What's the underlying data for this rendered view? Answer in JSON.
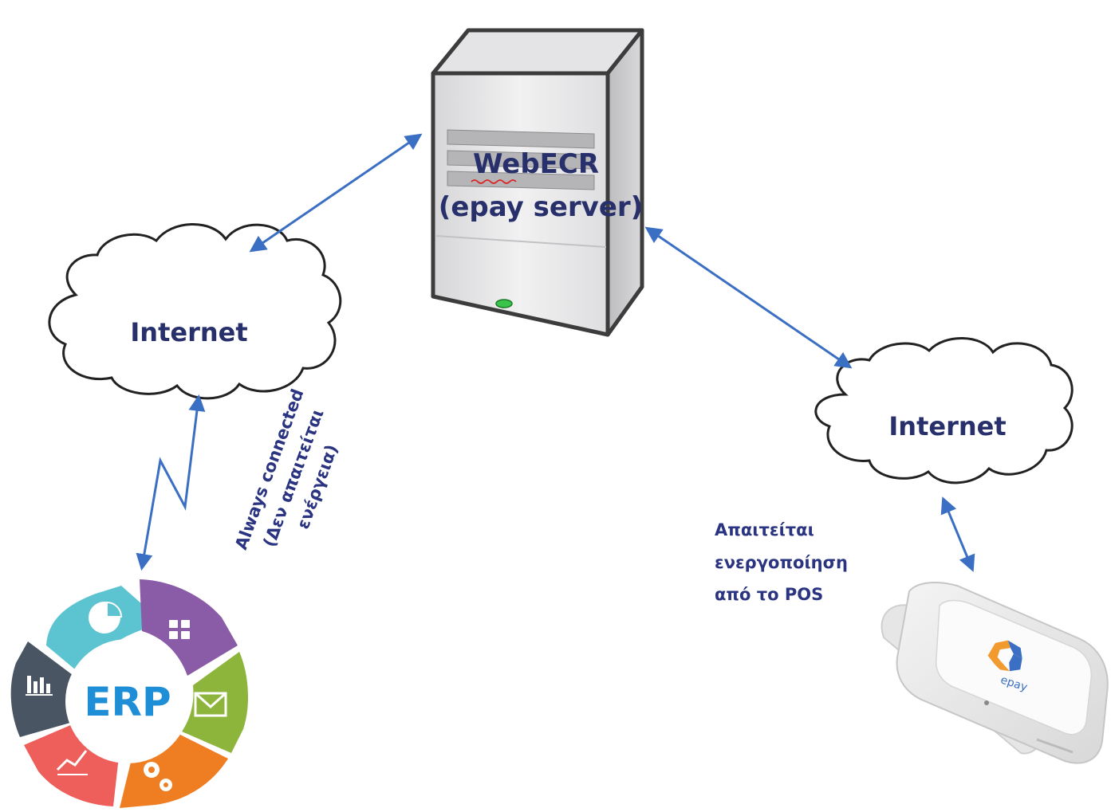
{
  "server": {
    "title": "WebECR",
    "subtitle": "(epay server)"
  },
  "clouds": {
    "left_label": "Internet",
    "right_label": "Internet"
  },
  "erp": {
    "label": "ERP",
    "segment_icons": [
      "pie-chart-icon",
      "grid-icon",
      "envelope-icon",
      "gears-icon",
      "line-chart-icon",
      "bar-chart-icon"
    ],
    "segment_colors": [
      "#5bc4d0",
      "#8a5ca8",
      "#8db53c",
      "#ef7d22",
      "#ee5f5b",
      "#4a5563"
    ]
  },
  "notes": {
    "erp_link": [
      "Always connected",
      "(Δεν απαιτείται",
      "ενέργεια)"
    ],
    "pos_link": [
      "Απαιτείται",
      "ενεργοποίηση",
      "από το POS"
    ]
  },
  "pos": {
    "brand": "epay"
  },
  "colors": {
    "arrow": "#3a6fc4",
    "label": "#27306b"
  }
}
